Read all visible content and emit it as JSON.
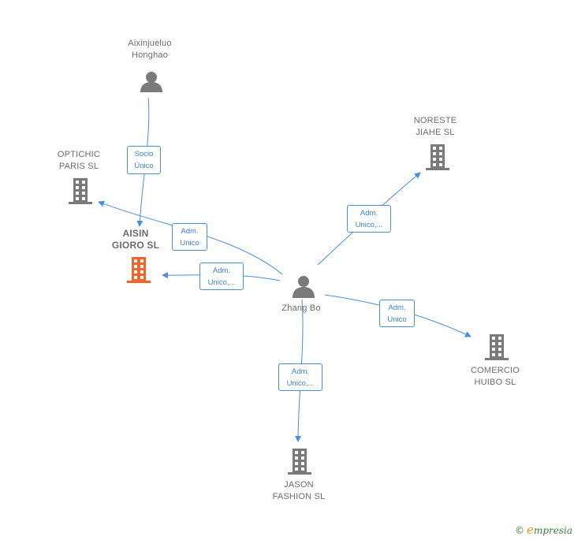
{
  "nodes": {
    "aixinjueluo": {
      "label": "Aixinjueluo\nHonghao",
      "type": "person"
    },
    "optichic": {
      "label": "OPTICHIC\nPARIS  SL",
      "type": "company"
    },
    "aisin": {
      "label": "AISIN\nGIORO  SL",
      "type": "company-highlight"
    },
    "zhang": {
      "label": "Zhang Bo",
      "type": "person"
    },
    "noreste": {
      "label": "NORESTE\nJIAHE  SL",
      "type": "company"
    },
    "comercio": {
      "label": "COMERCIO\nHUIBO  SL",
      "type": "company"
    },
    "jason": {
      "label": "JASON\nFASHION SL",
      "type": "company"
    }
  },
  "edges": {
    "socio": "Socio\nÚnico",
    "adm_optichic": "Adm.\nUnico",
    "adm_aisin": "Adm.\nUnico,...",
    "adm_noreste": "Adm.\nUnico,...",
    "adm_comercio": "Adm.\nUnico",
    "adm_jason": "Adm.\nUnico,..."
  },
  "colors": {
    "edge": "#4a8fd6",
    "icon": "#7a7a7a",
    "highlight": "#f0642d"
  },
  "footer": {
    "copyright": "©",
    "brand_initial": "e",
    "brand_rest": "mpresia"
  }
}
